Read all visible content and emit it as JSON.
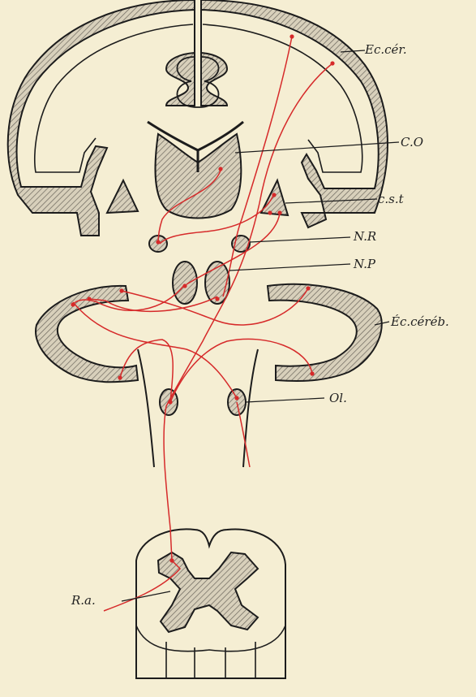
{
  "labels": {
    "cortex_cerebral": "Ec.cér.",
    "optic_thalamus": "C.O",
    "striate_body": "c.s.t",
    "red_nucleus": "N.R",
    "pontine_nuclei": "N.P",
    "cortex_cerebellar": "Éc.céréb.",
    "olive": "Ol.",
    "anterior_root": "R.a."
  },
  "colors": {
    "background": "#f5eed3",
    "outline": "#1c1c1c",
    "hatch_fill": "#c9c1ad",
    "pathway": "#d62a2a"
  }
}
